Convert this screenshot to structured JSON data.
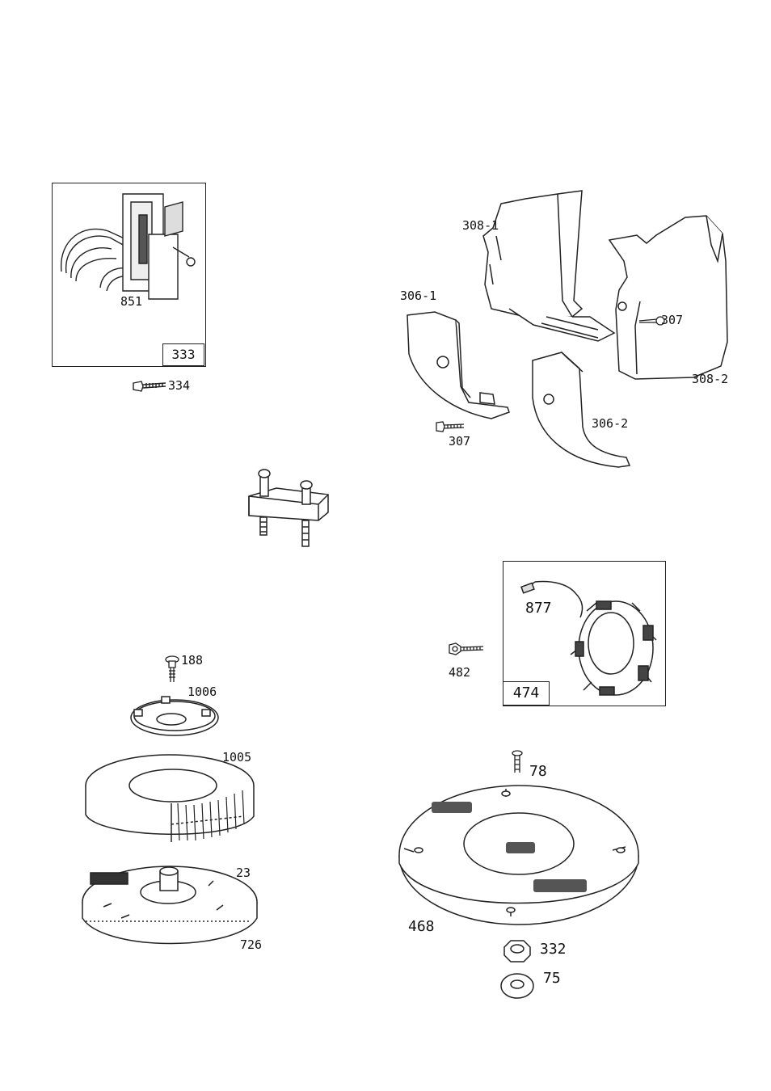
{
  "labels": {
    "p851": "851",
    "p333": "333",
    "p334": "334",
    "p308_1": "308-1",
    "p306_1": "306-1",
    "p307a": "307",
    "p307b": "307",
    "p308_2": "308-2",
    "p306_2": "306-2",
    "p877": "877",
    "p482": "482",
    "p474": "474",
    "p188": "188",
    "p1006": "1006",
    "p1005": "1005",
    "p23": "23",
    "p726": "726",
    "p78": "78",
    "p468": "468",
    "p332": "332",
    "p75": "75"
  }
}
